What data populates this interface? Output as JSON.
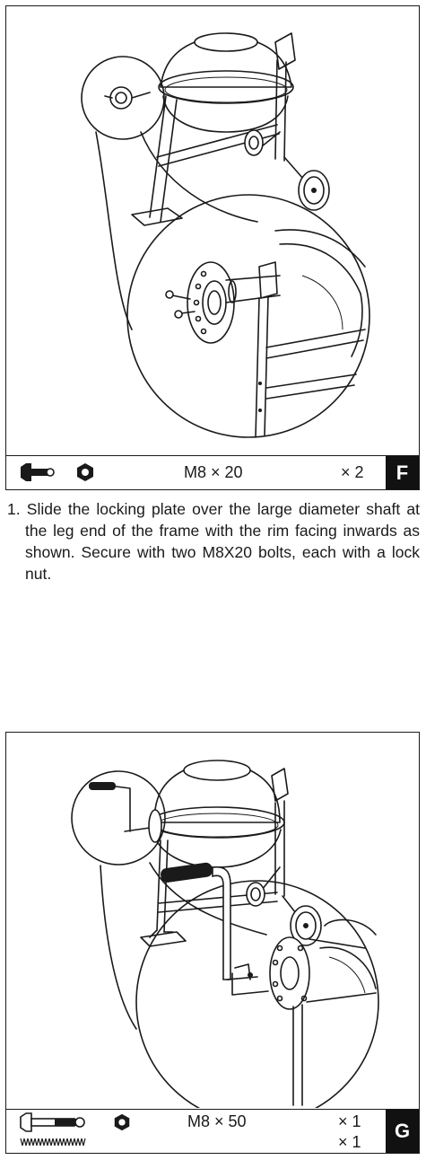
{
  "panel_f": {
    "spec": "M8 × 20",
    "qty": "× 2",
    "label": "F"
  },
  "instruction": "1. Slide the locking plate  over the large diameter shaft at the leg end of the frame with the rim facing inwards as shown. Secure with two M8X20 bolts, each with a lock nut.",
  "panel_g": {
    "spec": "M8 × 50",
    "qty1": "× 1",
    "qty2": "× 1",
    "label": "G"
  }
}
